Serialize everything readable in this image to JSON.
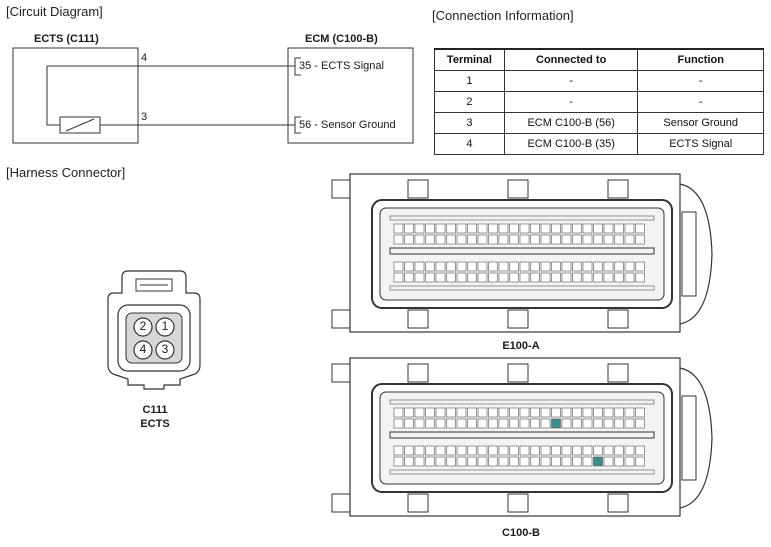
{
  "circuit": {
    "title": "[Circuit Diagram]",
    "left_component": "ECTS (C111)",
    "right_component": "ECM (C100-B)",
    "wires": [
      {
        "left_pin": "4",
        "right_label": "35 - ECTS Signal"
      },
      {
        "left_pin": "3",
        "right_label": "56 - Sensor Ground"
      }
    ]
  },
  "connection": {
    "title": "[Connection Information]",
    "headers": [
      "Terminal",
      "Connected to",
      "Function"
    ],
    "rows": [
      [
        "1",
        "-",
        "-"
      ],
      [
        "2",
        "-",
        "-"
      ],
      [
        "3",
        "ECM C100-B (56)",
        "Sensor Ground"
      ],
      [
        "4",
        "ECM C100-B (35)",
        "ECTS Signal"
      ]
    ]
  },
  "harness": {
    "title": "[Harness Connector]",
    "small_connector": {
      "pins": [
        "2",
        "1",
        "4",
        "3"
      ],
      "label_line1": "C111",
      "label_line2": "ECTS"
    },
    "connector_a_label": "E100-A",
    "connector_b_label": "C100-B"
  },
  "colors": {
    "line": "#333333",
    "pin_highlight": "#3d8c8c"
  }
}
